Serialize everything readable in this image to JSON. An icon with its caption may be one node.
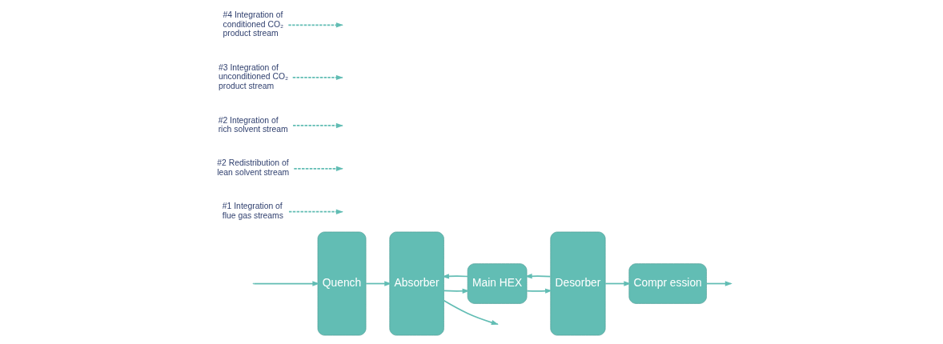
{
  "diagram": {
    "nodes": [
      {
        "text": [
          "Quench"
        ]
      },
      {
        "text": [
          "Absorber"
        ]
      },
      {
        "text": [
          "Main HEX"
        ]
      },
      {
        "text": [
          "Desorber"
        ]
      },
      {
        "text": [
          "Compr ession"
        ]
      },
      {
        "text": [
          "#1 Integration of flue gas streams"
        ]
      },
      {
        "text": [
          "#2 Redistribution of lean solvent stream"
        ]
      },
      {
        "text": [
          "#2 Integration of rich solvent stream"
        ]
      },
      {
        "text": [
          "#3 Integration of unconditioned CO₂ product stream"
        ]
      },
      {
        "text": [
          "#4 Integration of conditioned CO₂ product stream"
        ]
      }
    ],
    "edges": [
      {
        "from": null,
        "to": 0,
        "arrow": "to"
      },
      {
        "from": 0,
        "to": 1,
        "arrow": "to"
      },
      {
        "from": 1,
        "to": null,
        "arrow": "to"
      },
      {
        "from": 2,
        "to": 1,
        "arrow": "to"
      },
      {
        "from": 1,
        "to": 2,
        "arrow": "to"
      },
      {
        "from": 2,
        "to": 3,
        "arrow": "to"
      },
      {
        "from": 3,
        "to": 2,
        "arrow": "to"
      },
      {
        "from": 3,
        "to": 4,
        "arrow": "to"
      },
      {
        "from": 4,
        "to": null,
        "arrow": "to"
      },
      {
        "from": 5,
        "to": null,
        "arrow": "to",
        "style": "dashed"
      },
      {
        "from": 6,
        "to": null,
        "arrow": "to",
        "style": "dashed"
      },
      {
        "from": 7,
        "to": null,
        "arrow": "to",
        "style": "dashed"
      },
      {
        "from": 8,
        "to": null,
        "arrow": "to",
        "style": "dashed"
      },
      {
        "from": 9,
        "to": null,
        "arrow": "to",
        "style": "dashed"
      }
    ]
  }
}
